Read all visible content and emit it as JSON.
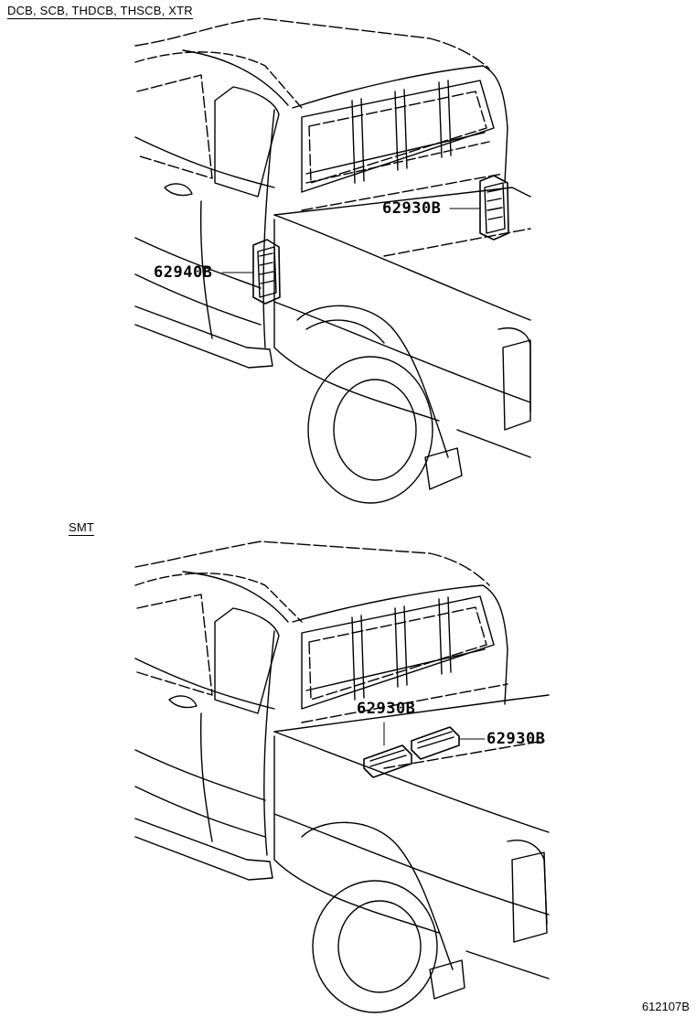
{
  "top_view": {
    "caption": "DCB, SCB, THDCB, THSCB, XTR",
    "labels": [
      "62930B",
      "62940B"
    ]
  },
  "bottom_view": {
    "caption": "SMT",
    "labels": [
      "62930B",
      "62930B"
    ]
  },
  "diagram_id": "612107B"
}
